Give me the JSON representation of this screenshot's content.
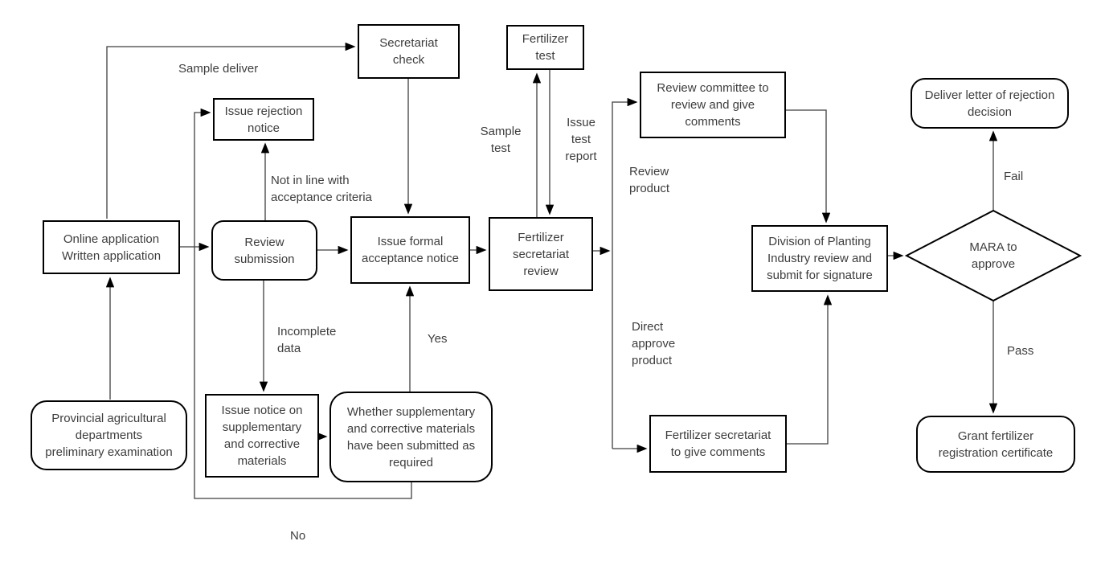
{
  "diagram": {
    "type": "flowchart",
    "colors": {
      "background": "#ffffff",
      "box_border": "#000000",
      "text": "#3d3d3d",
      "connector": "#3f3f3f",
      "arrowhead": "#000000"
    },
    "nodes": {
      "online_application": "Online application\nWritten application",
      "review_submission": "Review\nsubmission",
      "issue_rejection_notice": "Issue rejection\nnotice",
      "secretariat_check": "Secretariat\ncheck",
      "issue_formal_acceptance": "Issue formal\nacceptance notice",
      "fertilizer_test": "Fertilizer\ntest",
      "fertilizer_secretariat_review": "Fertilizer\nsecretariat\nreview",
      "review_committee": "Review committee to\nreview and give\ncomments",
      "division_planting": "Division of Planting\nIndustry review and\nsubmit for signature",
      "fertilizer_secretariat_comments": "Fertilizer secretariat\nto give comments",
      "mara_to_approve": "MARA to\napprove",
      "deliver_rejection_letter": "Deliver letter of rejection\ndecision",
      "grant_certificate": "Grant fertilizer\nregistration certificate",
      "provincial_examination": "Provincial agricultural\ndepartments\npreliminary examination",
      "issue_notice_supplementary": "Issue notice on\nsupplementary\nand corrective\nmaterials",
      "whether_supplementary": "Whether supplementary\nand corrective materials\nhave been submitted as\nrequired"
    },
    "labels": {
      "sample_deliver": "Sample deliver",
      "not_in_line": "Not in line with\nacceptance criteria",
      "incomplete_data": "Incomplete\ndata",
      "yes": "Yes",
      "no": "No",
      "sample_test": "Sample\ntest",
      "issue_test_report": "Issue\ntest\nreport",
      "review_product": "Review\nproduct",
      "direct_approve_product": "Direct\napprove\nproduct",
      "fail": "Fail",
      "pass": "Pass"
    }
  }
}
